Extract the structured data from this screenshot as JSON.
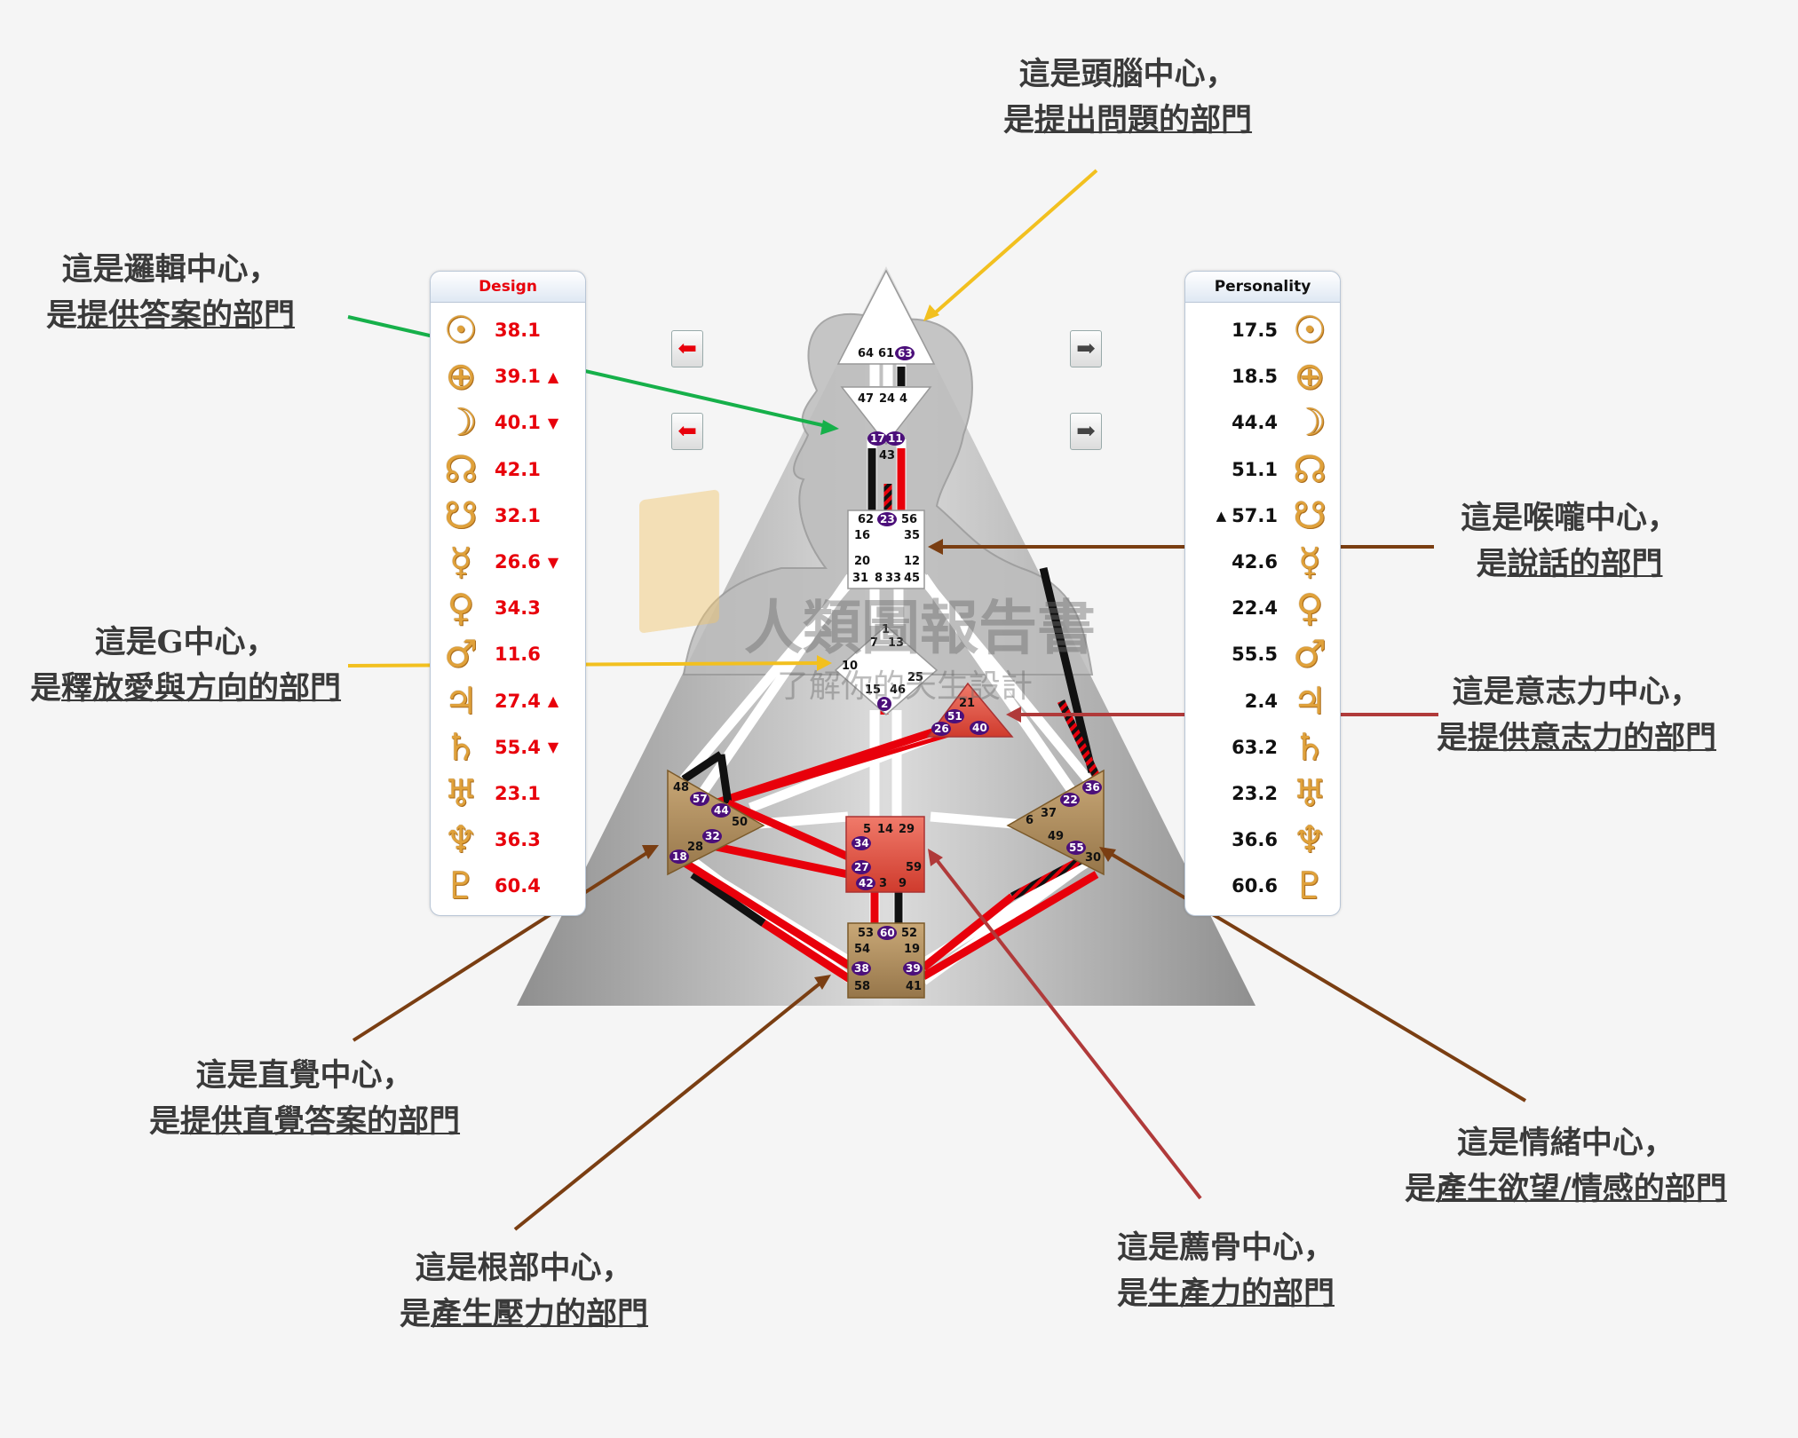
{
  "design_panel": {
    "header": "Design",
    "rows": [
      {
        "icon": "sun-icon",
        "glyph": "☉",
        "value": "38.1",
        "mark": ""
      },
      {
        "icon": "earth-icon",
        "glyph": "⊕",
        "value": "39.1",
        "mark": "▲"
      },
      {
        "icon": "moon-icon",
        "glyph": "☽",
        "value": "40.1",
        "mark": "▼"
      },
      {
        "icon": "north-node-icon",
        "glyph": "☊",
        "value": "42.1",
        "mark": ""
      },
      {
        "icon": "south-node-icon",
        "glyph": "☋",
        "value": "32.1",
        "mark": ""
      },
      {
        "icon": "mercury-icon",
        "glyph": "☿",
        "value": "26.6",
        "mark": "▼"
      },
      {
        "icon": "venus-icon",
        "glyph": "♀",
        "value": "34.3",
        "mark": ""
      },
      {
        "icon": "mars-icon",
        "glyph": "♂",
        "value": "11.6",
        "mark": ""
      },
      {
        "icon": "jupiter-icon",
        "glyph": "♃",
        "value": "27.4",
        "mark": "▲"
      },
      {
        "icon": "saturn-icon",
        "glyph": "♄",
        "value": "55.4",
        "mark": "▼"
      },
      {
        "icon": "uranus-icon",
        "glyph": "♅",
        "value": "23.1",
        "mark": ""
      },
      {
        "icon": "neptune-icon",
        "glyph": "♆",
        "value": "36.3",
        "mark": ""
      },
      {
        "icon": "pluto-icon",
        "glyph": "♇",
        "value": "60.4",
        "mark": ""
      }
    ]
  },
  "personality_panel": {
    "header": "Personality",
    "rows": [
      {
        "icon": "sun-icon",
        "glyph": "☉",
        "value": "17.5",
        "mark": ""
      },
      {
        "icon": "earth-icon",
        "glyph": "⊕",
        "value": "18.5",
        "mark": ""
      },
      {
        "icon": "moon-icon",
        "glyph": "☽",
        "value": "44.4",
        "mark": ""
      },
      {
        "icon": "north-node-icon",
        "glyph": "☊",
        "value": "51.1",
        "mark": ""
      },
      {
        "icon": "south-node-icon",
        "glyph": "☋",
        "value": "57.1",
        "mark": "▲"
      },
      {
        "icon": "mercury-icon",
        "glyph": "☿",
        "value": "42.6",
        "mark": ""
      },
      {
        "icon": "venus-icon",
        "glyph": "♀",
        "value": "22.4",
        "mark": ""
      },
      {
        "icon": "mars-icon",
        "glyph": "♂",
        "value": "55.5",
        "mark": ""
      },
      {
        "icon": "jupiter-icon",
        "glyph": "♃",
        "value": "2.4",
        "mark": ""
      },
      {
        "icon": "saturn-icon",
        "glyph": "♄",
        "value": "63.2",
        "mark": ""
      },
      {
        "icon": "uranus-icon",
        "glyph": "♅",
        "value": "23.2",
        "mark": ""
      },
      {
        "icon": "neptune-icon",
        "glyph": "♆",
        "value": "36.6",
        "mark": ""
      },
      {
        "icon": "pluto-icon",
        "glyph": "♇",
        "value": "60.6",
        "mark": ""
      }
    ]
  },
  "nav": {
    "prev_glyph": "⬅",
    "next_glyph": "➡"
  },
  "watermark": {
    "title": "人類圖報告書",
    "subtitle": "了解你的天生設計"
  },
  "annotations": {
    "head": {
      "line1": "這是頭腦中心，",
      "prefix": "是",
      "underlined": "提出問題的部門",
      "arrow_color": "#f2c01f"
    },
    "ajna": {
      "line1": "這是邏輯中心，",
      "prefix": "是",
      "underlined": "提供答案的部門",
      "arrow_color": "#16b04a"
    },
    "throat": {
      "line1": "這是喉嚨中心，",
      "prefix": "是",
      "underlined": "說話的部門",
      "arrow_color": "#7a3e12"
    },
    "g": {
      "line1": "這是G中心，",
      "prefix": "是",
      "underlined": "釋放愛與方向的部門",
      "arrow_color": "#f2c01f"
    },
    "will": {
      "line1": "這是意志力中心，",
      "prefix": "是",
      "underlined": "提供意志力的部門",
      "arrow_color": "#b03a3a"
    },
    "spleen": {
      "line1": "這是直覺中心，",
      "prefix": "是",
      "underlined": "提供直覺答案的部門",
      "arrow_color": "#7a3e12"
    },
    "root": {
      "line1": "這是根部中心，",
      "prefix": "是",
      "underlined": "產生壓力的部門",
      "arrow_color": "#7a3e12"
    },
    "sacral": {
      "line1": "這是薦骨中心，",
      "prefix": "是",
      "underlined": "生產力的部門",
      "arrow_color": "#b03a3a"
    },
    "solar": {
      "line1": "這是情緒中心，",
      "prefix": "是",
      "underlined": "產生欲望/情感的部門",
      "arrow_color": "#7a3e12"
    }
  },
  "gates": {
    "head": [
      "64",
      "61",
      "63"
    ],
    "ajna_top": [
      "47",
      "24",
      "4"
    ],
    "ajna_bottom": [
      "17",
      "11",
      "43"
    ],
    "throat": [
      "62",
      "23",
      "56",
      "16",
      "35",
      "20",
      "12",
      "31",
      "8",
      "33",
      "45"
    ],
    "g": [
      "1",
      "7",
      "13",
      "10",
      "25",
      "15",
      "46",
      "2"
    ],
    "will": [
      "21",
      "51",
      "26",
      "40"
    ],
    "spleen": [
      "48",
      "57",
      "44",
      "50",
      "32",
      "28",
      "18"
    ],
    "sacral": [
      "5",
      "14",
      "29",
      "34",
      "27",
      "59",
      "42",
      "3",
      "9"
    ],
    "solar": [
      "36",
      "22",
      "6",
      "37",
      "49",
      "55",
      "30"
    ],
    "root": [
      "53",
      "60",
      "52",
      "54",
      "19",
      "38",
      "39",
      "58",
      "41"
    ],
    "active": [
      "63",
      "17",
      "11",
      "23",
      "2",
      "51",
      "26",
      "40",
      "57",
      "44",
      "32",
      "18",
      "34",
      "27",
      "42",
      "36",
      "22",
      "55",
      "60",
      "38",
      "39"
    ]
  },
  "colors": {
    "design": "#e8000b",
    "personality": "#111111",
    "defined_purple": "#4b0f7a",
    "annotation_text": "#3a3a3a"
  }
}
